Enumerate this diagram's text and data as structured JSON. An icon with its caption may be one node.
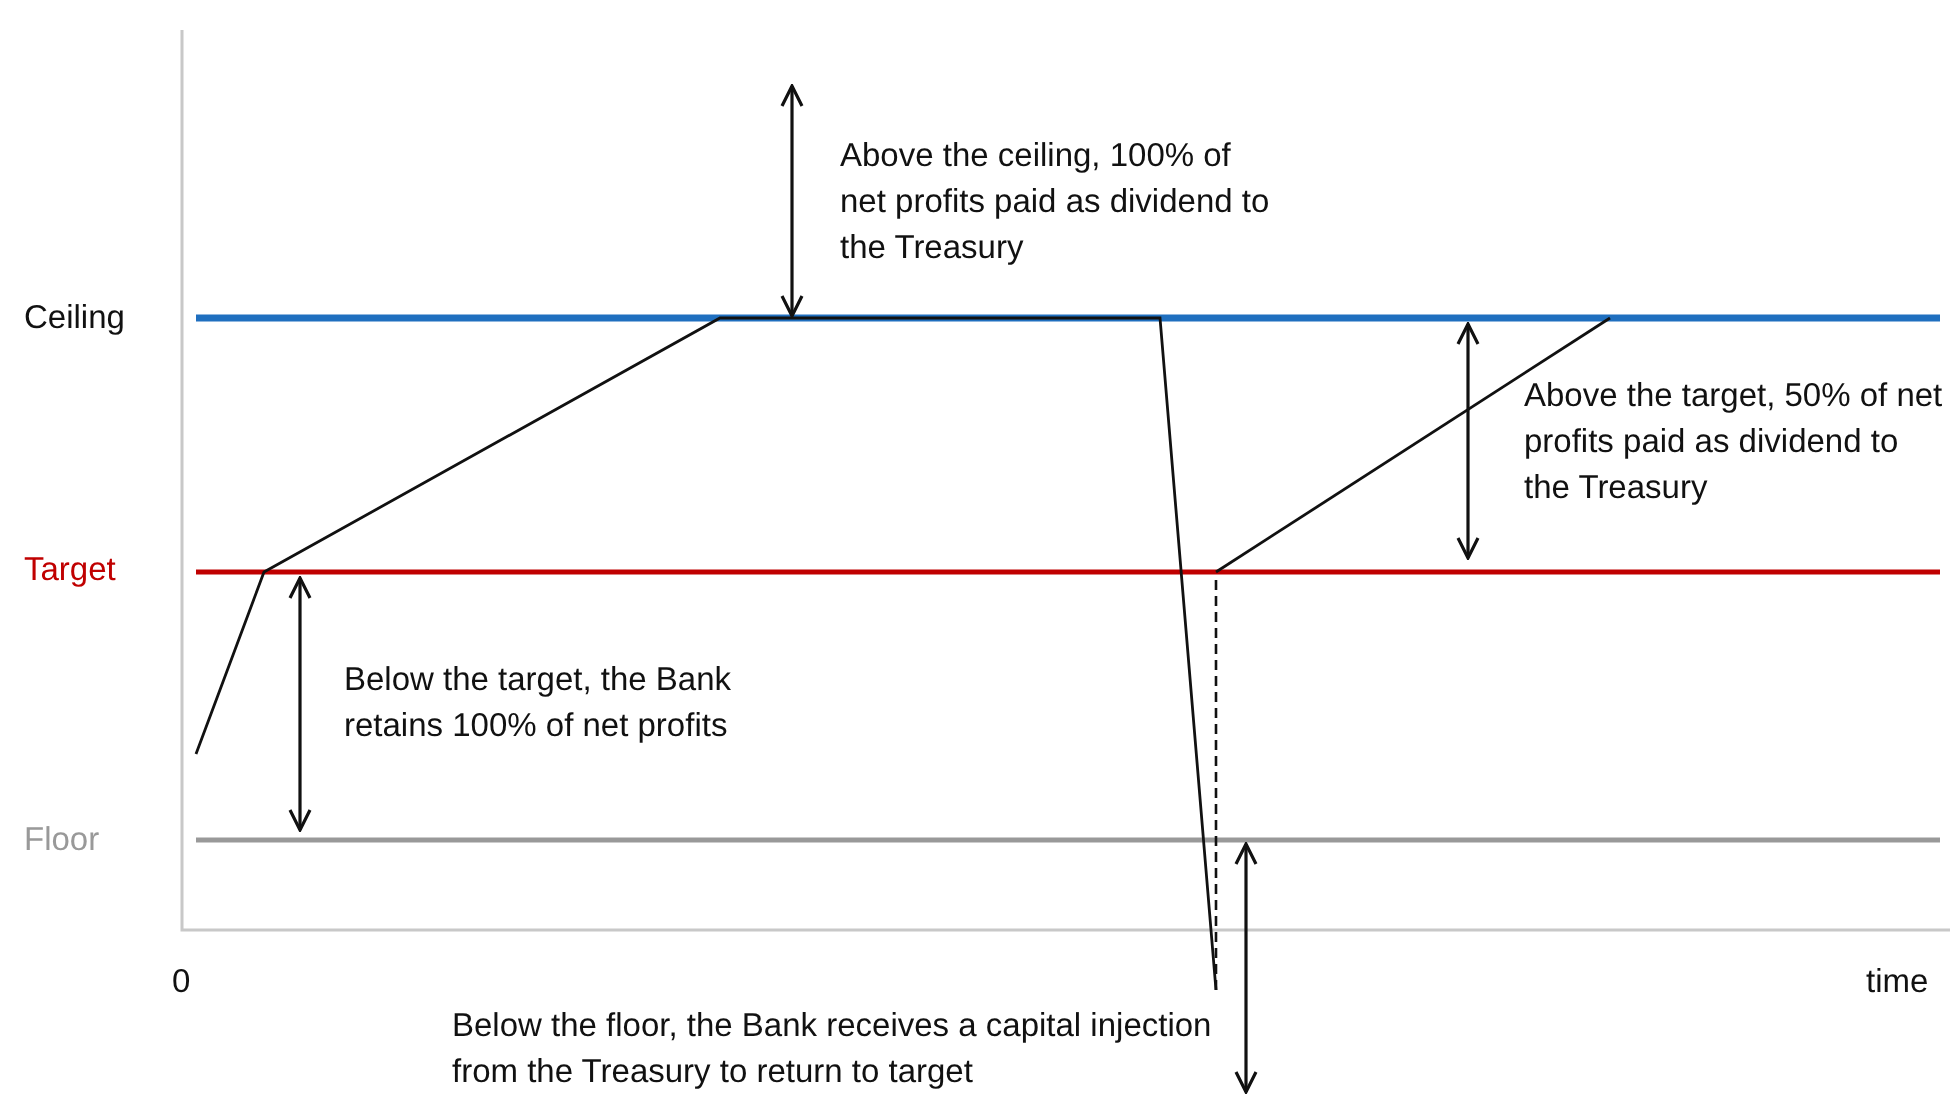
{
  "diagram": {
    "labels": [
      "Above the ceiling, 100% of net profits paid as dividend to the Treasury",
      "Ceiling",
      "Above the target, 50% of net profits paid as dividend to the Treasury",
      "Target",
      "Below the target, the Bank retains 100% of net profits",
      "Floor",
      "0",
      "time",
      "Below the floor, the Bank receives a capital injection from the Treasury to return to target"
    ]
  }
}
